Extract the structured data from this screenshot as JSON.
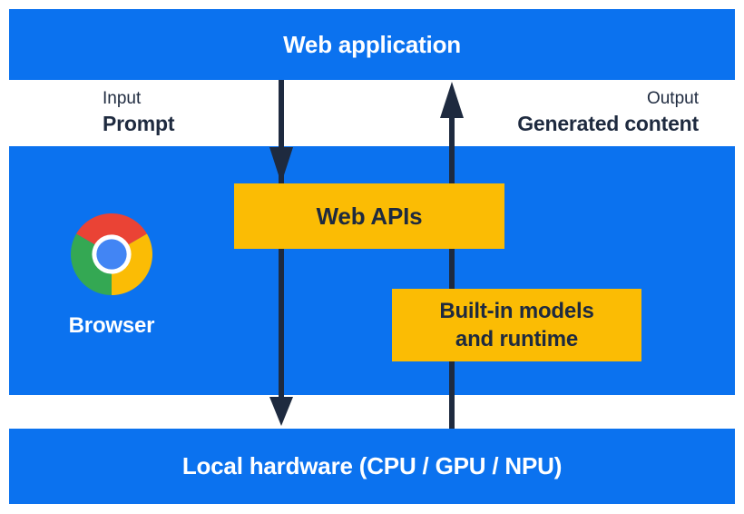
{
  "colors": {
    "blue": "#0B72EF",
    "yellow": "#FBBC04",
    "ink": "#1E2A3F",
    "chrome_red": "#EA4335",
    "chrome_yellow": "#FBBC05",
    "chrome_green": "#34A853",
    "chrome_blue": "#4285F4"
  },
  "top_layer": {
    "label": "Web application"
  },
  "io": {
    "input_caption": "Input",
    "input_value": "Prompt",
    "output_caption": "Output",
    "output_value": "Generated content"
  },
  "browser_layer": {
    "logo_icon": "chrome-logo",
    "label": "Browser",
    "web_apis_box": "Web APIs",
    "builtin_box_line1": "Built-in models",
    "builtin_box_line2": "and runtime"
  },
  "bottom_layer": {
    "label": "Local hardware (CPU / GPU / NPU)"
  }
}
